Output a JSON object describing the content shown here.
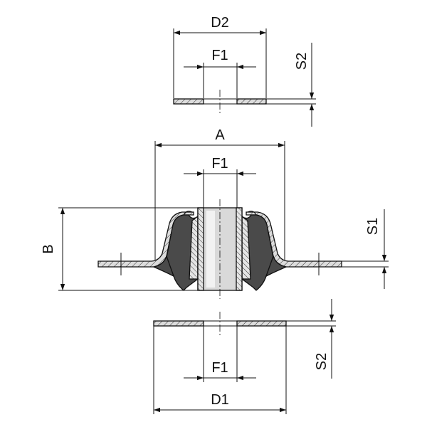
{
  "labels": {
    "d2": "D2",
    "f1_top": "F1",
    "s2_top": "S2",
    "a": "A",
    "f1_mid": "F1",
    "b": "B",
    "s1": "S1",
    "f1_bottom": "F1",
    "s2_bottom": "S2",
    "d1": "D1"
  },
  "colors": {
    "rubber": "#4a4a4a",
    "metal_fill": "#dcdcdc",
    "bushing_fill": "#d9d9d9",
    "line": "#111111",
    "hatch": "#333333"
  }
}
